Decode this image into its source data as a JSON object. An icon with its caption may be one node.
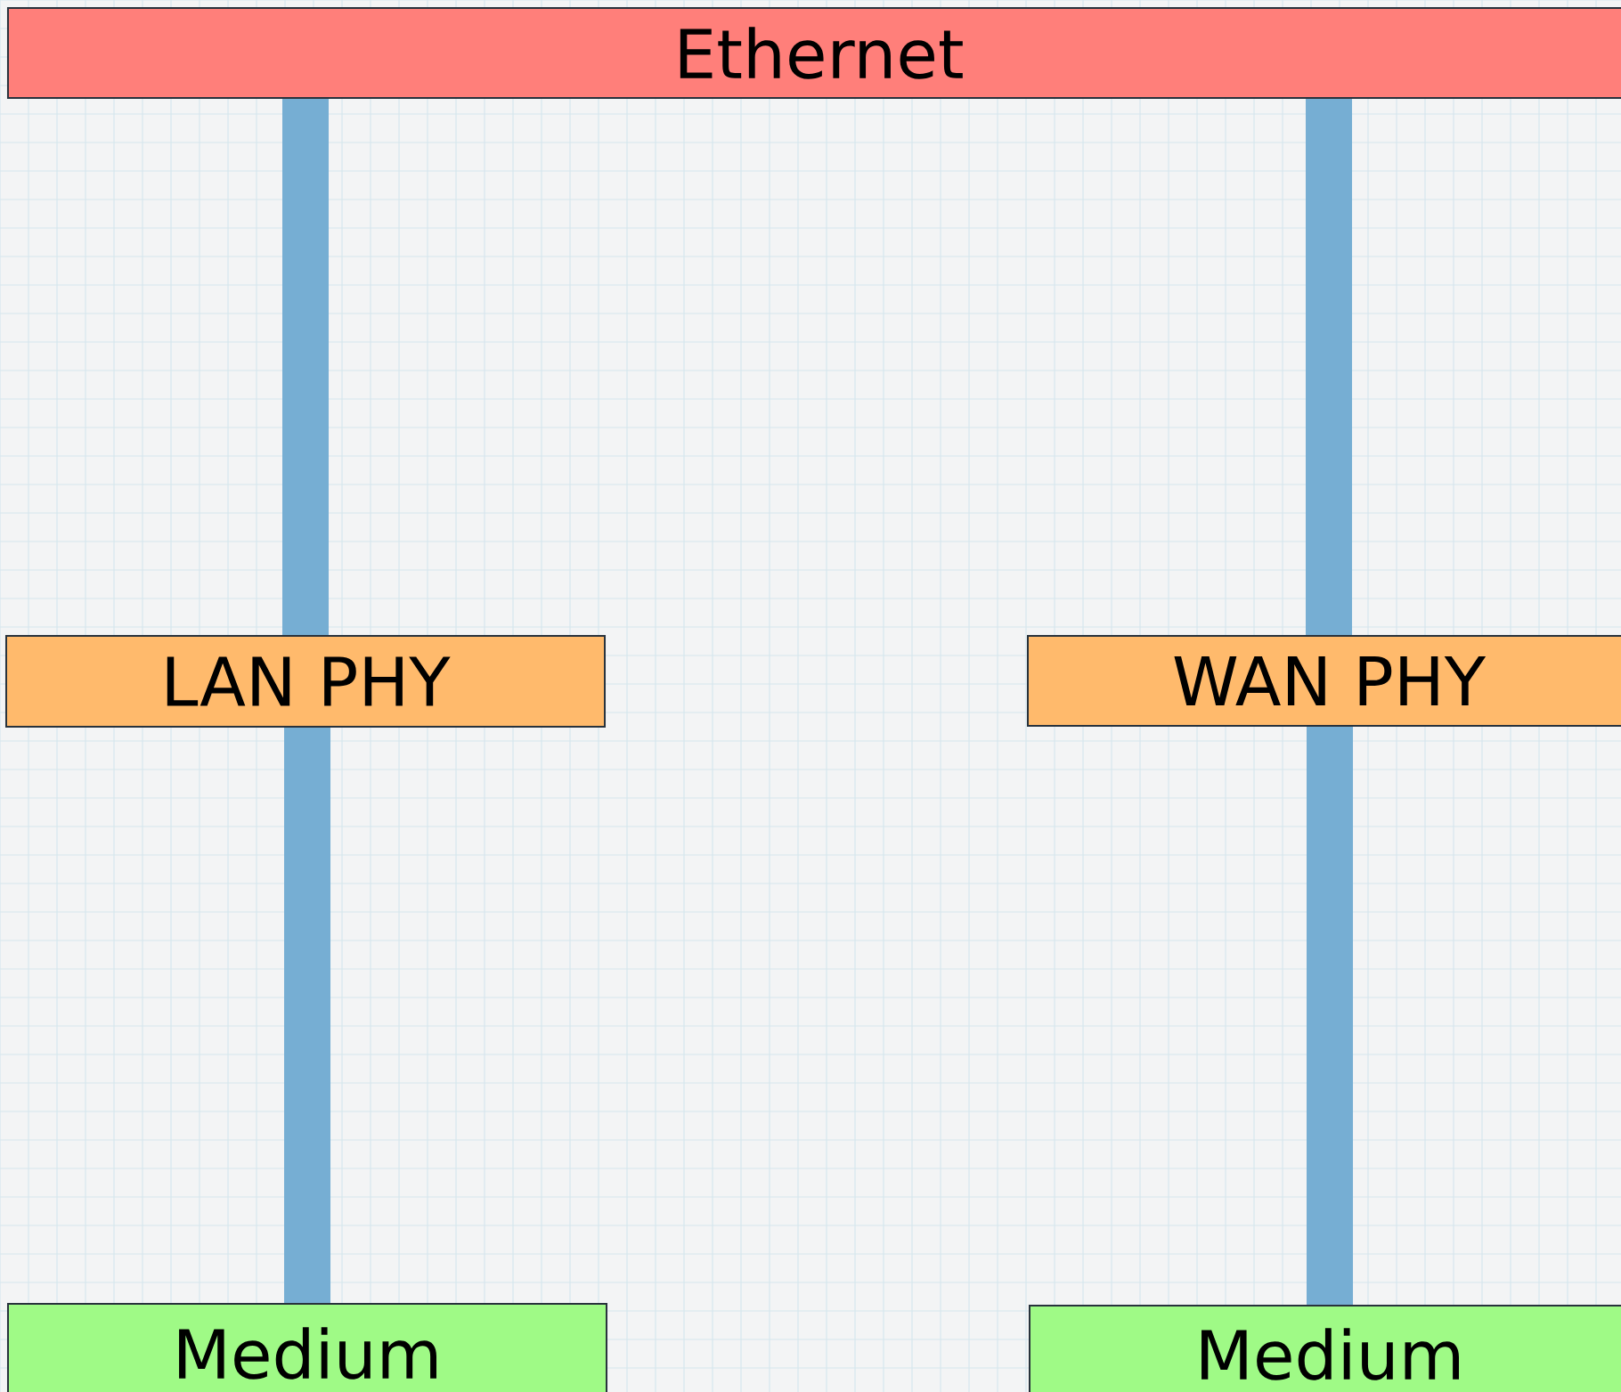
{
  "diagram": {
    "nodes": [
      {
        "text": [
          "Ethernet"
        ]
      },
      {
        "text": [
          "LAN PHY"
        ]
      },
      {
        "text": [
          "WAN PHY"
        ]
      },
      {
        "text": [
          "Medium"
        ]
      },
      {
        "text": [
          "Medium"
        ]
      }
    ],
    "edges": [
      {
        "from": 0,
        "to": 1,
        "arrow": "none"
      },
      {
        "from": 0,
        "to": 2,
        "arrow": "none"
      },
      {
        "from": 1,
        "to": 3,
        "arrow": "none"
      },
      {
        "from": 2,
        "to": 4,
        "arrow": "none"
      }
    ]
  }
}
